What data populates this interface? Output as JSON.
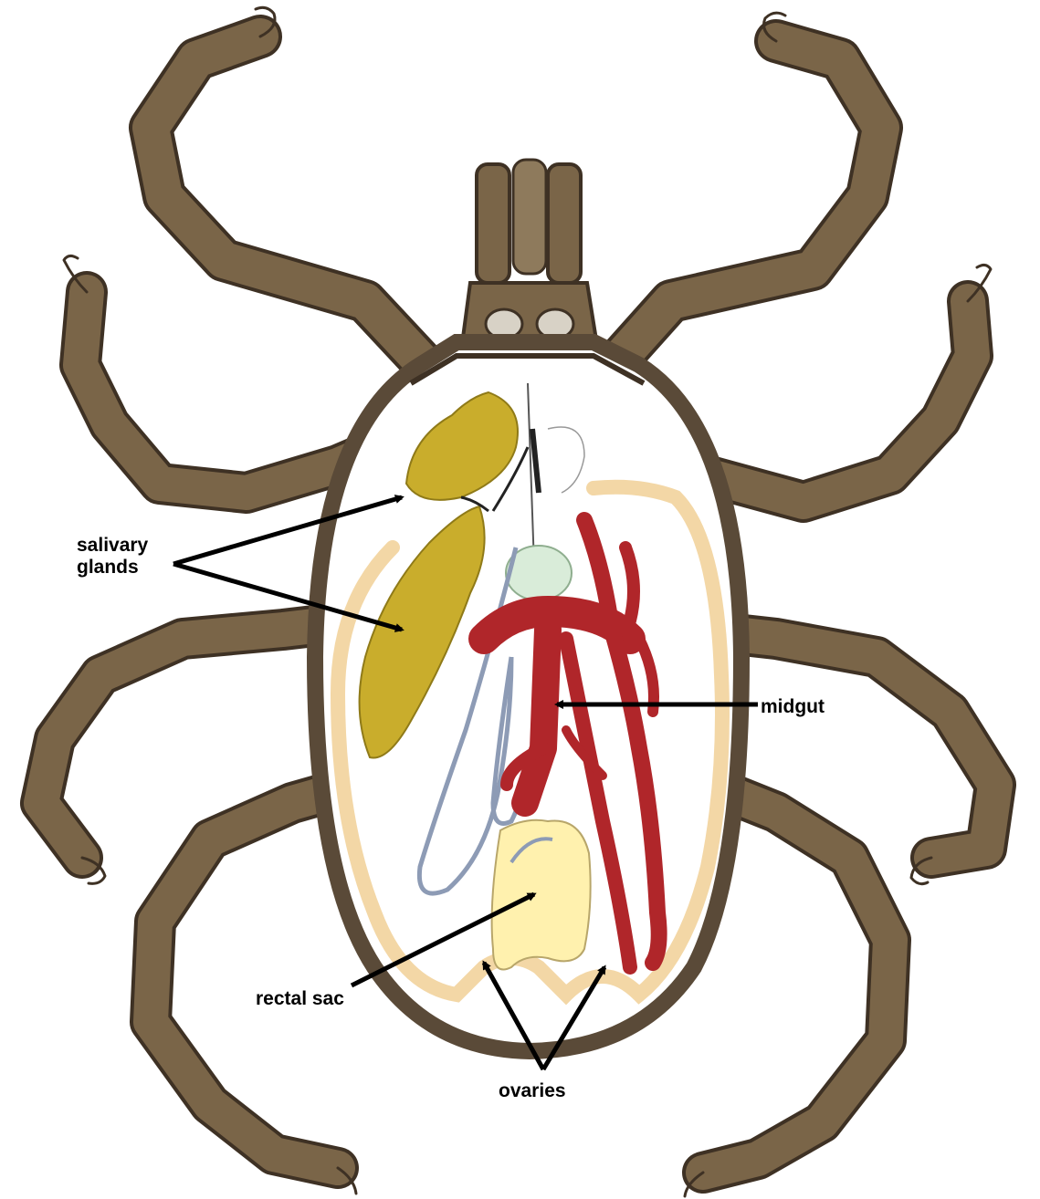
{
  "colors": {
    "background": "#ffffff",
    "leg": "#7a6548",
    "leg_dark": "#3e3124",
    "body_outline": "#5a4a38",
    "body_fill": "#ffffff",
    "margin_band": "#f3d7a6",
    "salivary": "#c9ad2c",
    "midgut": "#b0262a",
    "tubule": "#8d9bb5",
    "rectal_sac": "#fff1ae",
    "nerve_mass": "#d9ecd9",
    "label": "#000000"
  },
  "labels": {
    "salivary_line1": "salivary",
    "salivary_line2": "glands",
    "midgut": "midgut",
    "rectal_sac": "rectal sac",
    "ovaries": "ovaries"
  }
}
